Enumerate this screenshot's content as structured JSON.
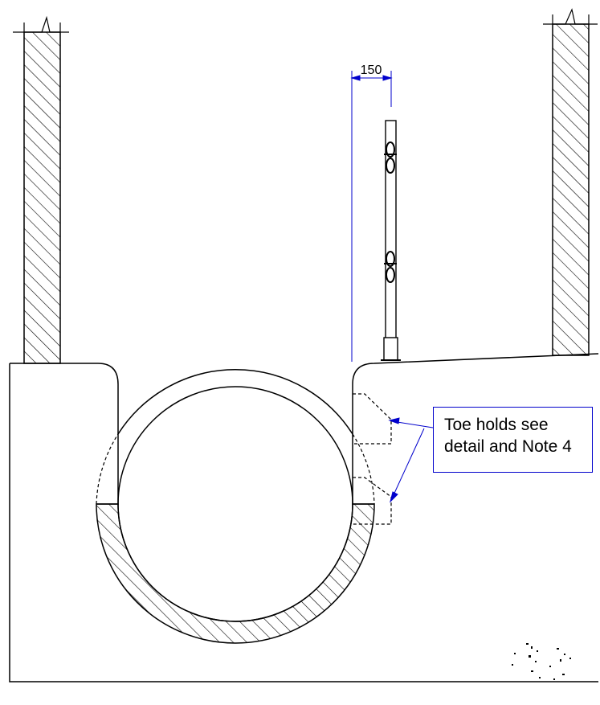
{
  "dimension": {
    "value": "150"
  },
  "callout": {
    "lines": [
      "Toe holds see",
      "detail and Note 4"
    ]
  },
  "colors": {
    "outline": "#000000",
    "annotation": "#0000cc"
  }
}
